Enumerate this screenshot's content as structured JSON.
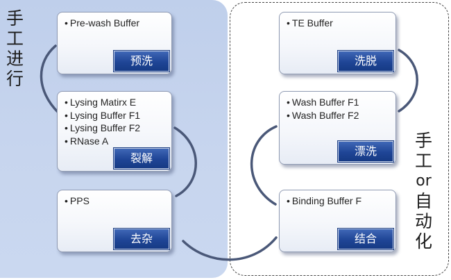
{
  "left_label": [
    "手",
    "工",
    "进",
    "行"
  ],
  "right_label": [
    "手",
    "工",
    "or",
    "自",
    "动",
    "化"
  ],
  "left_steps": [
    {
      "items": [
        "Pre-wash  Buffer"
      ],
      "tag": "预洗"
    },
    {
      "items": [
        "Lysing Matirx E",
        "Lysing Buffer F1",
        "Lysing Buffer F2",
        "RNase A"
      ],
      "tag": "裂解"
    },
    {
      "items": [
        "PPS"
      ],
      "tag": "去杂"
    }
  ],
  "right_steps": [
    {
      "items": [
        "TE Buffer"
      ],
      "tag": "洗脱"
    },
    {
      "items": [
        "Wash Buffer F1",
        "Wash Buffer F2"
      ],
      "tag": "漂洗"
    },
    {
      "items": [
        "Binding Buffer F"
      ],
      "tag": "结合"
    }
  ],
  "colors": {
    "panel": "#c4d3ed",
    "tag": "#1f4596",
    "connector": "#4a5878"
  }
}
